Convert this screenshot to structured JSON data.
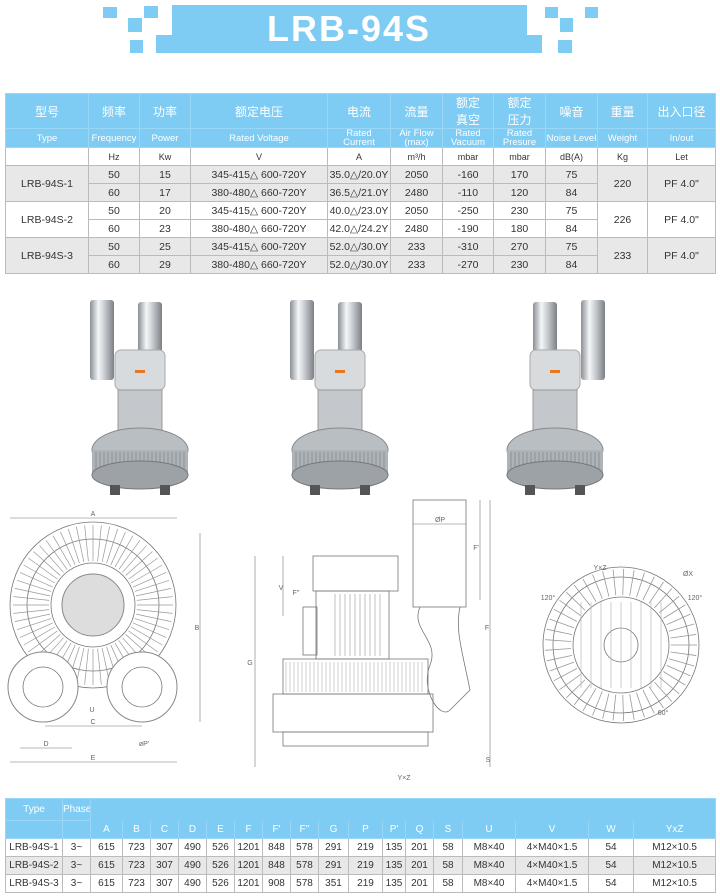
{
  "title": "LRB-94S",
  "accent_color": "#7ecbf3",
  "spec_table": {
    "headers_cn": [
      "型号",
      "频率",
      "功率",
      "额定电压",
      "电流",
      "流量",
      "额定\n真空",
      "额定\n压力",
      "噪音",
      "重量",
      "出入口径"
    ],
    "headers_en": [
      "Type",
      "Frequency",
      "Power",
      "Rated Voltage",
      "Rated\nCurrent",
      "Air Flow\n(max)",
      "Rated\nVacuum",
      "Rated\nPresure",
      "Noise Level",
      "Weight",
      "In/out"
    ],
    "units": [
      "",
      "Hz",
      "Kw",
      "V",
      "A",
      "m³/h",
      "mbar",
      "mbar",
      "dB(A)",
      "Kg",
      "Let"
    ],
    "models": [
      {
        "type": "LRB-94S-1",
        "weight": "220",
        "inout": "PF 4.0\"",
        "rows": [
          [
            "50",
            "15",
            "345-415△ 600-720Y",
            "35.0△/20.0Y",
            "2050",
            "-160",
            "170",
            "75"
          ],
          [
            "60",
            "17",
            "380-480△ 660-720Y",
            "36.5△/21.0Y",
            "2480",
            "-110",
            "120",
            "84"
          ]
        ]
      },
      {
        "type": "LRB-94S-2",
        "weight": "226",
        "inout": "PF 4.0\"",
        "rows": [
          [
            "50",
            "20",
            "345-415△ 600-720Y",
            "40.0△/23.0Y",
            "2050",
            "-250",
            "230",
            "75"
          ],
          [
            "60",
            "23",
            "380-480△ 660-720Y",
            "42.0△/24.2Y",
            "2480",
            "-190",
            "180",
            "84"
          ]
        ]
      },
      {
        "type": "LRB-94S-3",
        "weight": "233",
        "inout": "PF 4.0\"",
        "rows": [
          [
            "50",
            "25",
            "345-415△ 600-720Y",
            "52.0△/30.0Y",
            "233",
            "-310",
            "270",
            "75"
          ],
          [
            "60",
            "29",
            "380-480△ 660-720Y",
            "52.0△/30.0Y",
            "233",
            "-270",
            "230",
            "84"
          ]
        ]
      }
    ]
  },
  "drawing_labels": {
    "front": [
      "A",
      "B",
      "C",
      "D",
      "E",
      "U",
      "øP'"
    ],
    "side": [
      "G",
      "V",
      "ØP",
      "F'",
      "F",
      "F''",
      "S",
      "Y×Z"
    ],
    "flange": [
      "Y×Z",
      "ØX",
      "120°",
      "120°",
      "60°"
    ]
  },
  "dims_table": {
    "type_label": "Type",
    "phases_label": "Phases",
    "columns": [
      "A",
      "B",
      "C",
      "D",
      "E",
      "F",
      "F'",
      "F''",
      "G",
      "P",
      "P'",
      "Q",
      "S",
      "U",
      "V",
      "W",
      "YxZ"
    ],
    "rows": [
      [
        "LRB-94S-1",
        "3~",
        "615",
        "723",
        "307",
        "490",
        "526",
        "1201",
        "848",
        "578",
        "291",
        "219",
        "135",
        "201",
        "58",
        "M8×40",
        "4×M40×1.5",
        "54",
        "M12×10.5"
      ],
      [
        "LRB-94S-2",
        "3~",
        "615",
        "723",
        "307",
        "490",
        "526",
        "1201",
        "848",
        "578",
        "291",
        "219",
        "135",
        "201",
        "58",
        "M8×40",
        "4×M40×1.5",
        "54",
        "M12×10.5"
      ],
      [
        "LRB-94S-3",
        "3~",
        "615",
        "723",
        "307",
        "490",
        "526",
        "1201",
        "908",
        "578",
        "351",
        "219",
        "135",
        "201",
        "58",
        "M8×40",
        "4×M40×1.5",
        "54",
        "M12×10.5"
      ]
    ]
  }
}
